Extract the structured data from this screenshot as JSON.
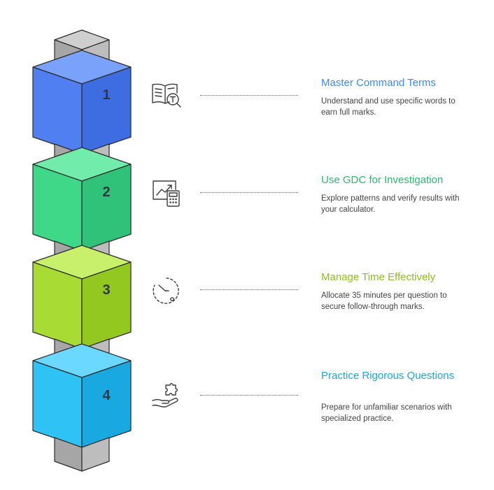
{
  "steps": [
    {
      "number": "1",
      "title": "Master Command Terms",
      "description": "Understand and use specific words to earn full marks.",
      "color": "#3d8bf2",
      "face_front": "#4f7ff1",
      "face_side": "#3d6de0",
      "face_top": "#7aa2fa",
      "icon": "book-search-icon"
    },
    {
      "number": "2",
      "title": "Use GDC for Investigation",
      "description": "Explore patterns and verify results with your calculator.",
      "color": "#2ab872",
      "face_front": "#3fd889",
      "face_side": "#2fc278",
      "face_top": "#72ecaa",
      "icon": "chart-calculator-icon"
    },
    {
      "number": "3",
      "title": "Manage Time Effectively",
      "description": "Allocate 35 minutes per question to secure follow-through marks.",
      "color": "#8cc01a",
      "face_front": "#a8dc35",
      "face_side": "#93c820",
      "face_top": "#c8f06a",
      "icon": "timer-icon"
    },
    {
      "number": "4",
      "title": "Practice Rigorous Questions",
      "description": "Prepare for unfamiliar scenarios with specialized practice.",
      "color": "#1aa9d6",
      "face_front": "#2ec2f5",
      "face_side": "#1aa8e0",
      "face_top": "#6ad8ff",
      "icon": "hand-puzzle-icon"
    }
  ],
  "pillar_colors": {
    "front": "#a6a6a6",
    "side": "#bdbdbd",
    "top": "#cfcfcf",
    "stroke": "#2b2b2b"
  }
}
